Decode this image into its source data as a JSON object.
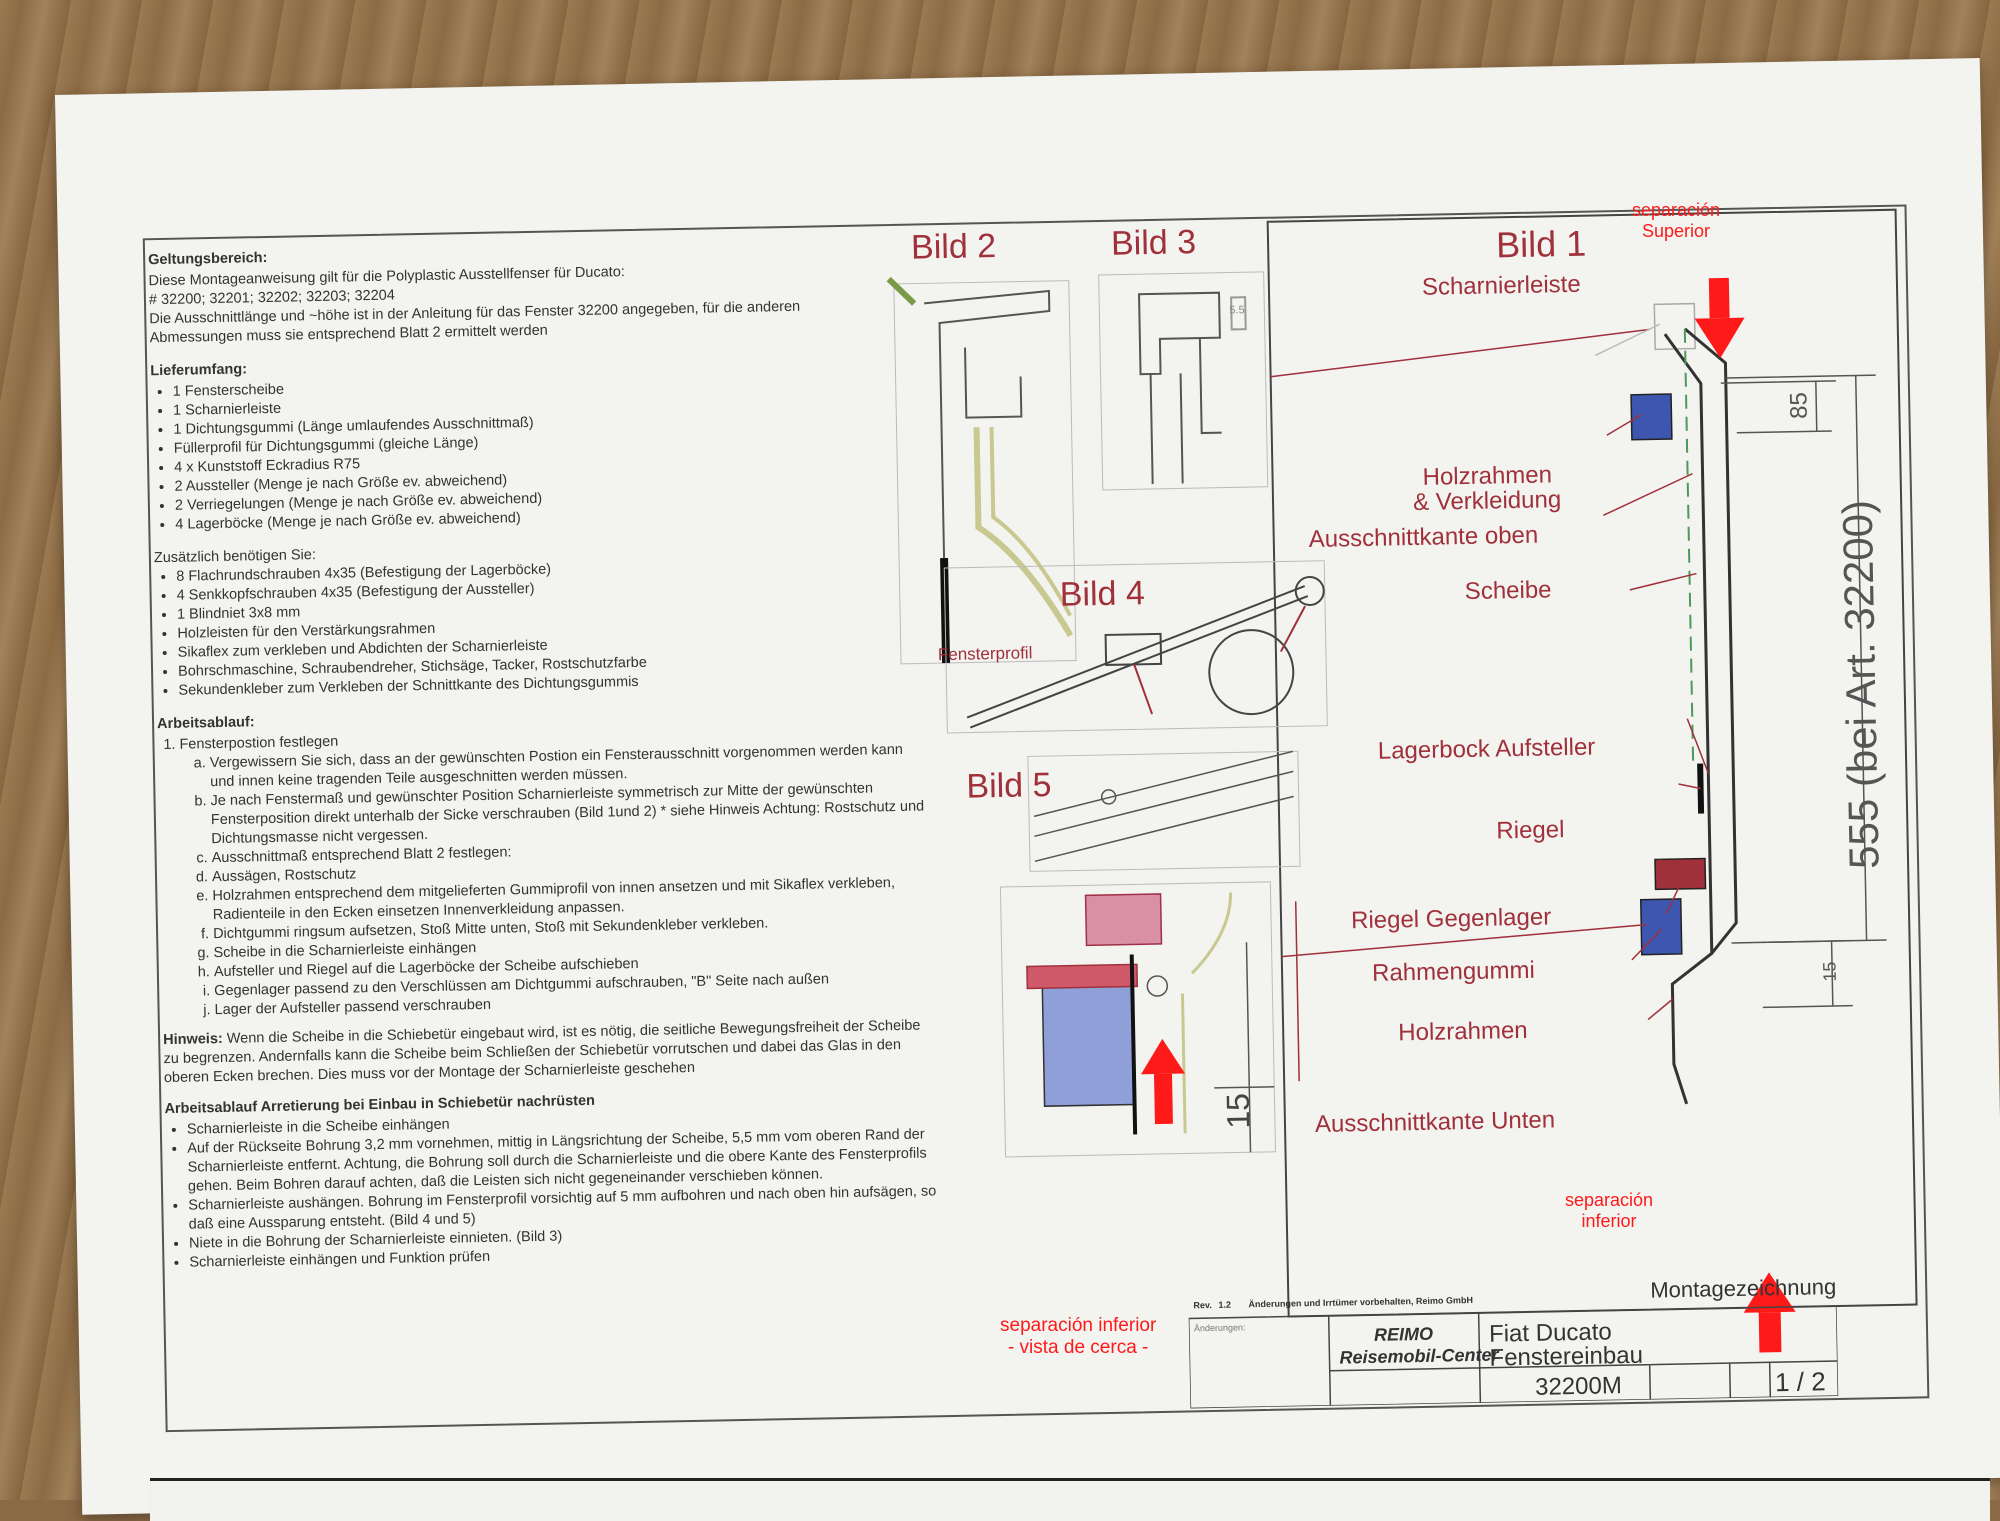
{
  "instructions": {
    "scope_heading": "Geltungsbereich:",
    "scope_lines": [
      "Diese Montageanweisung gilt für die Polyplastic Ausstellfenser für Ducato:",
      "# 32200; 32201; 32202; 32203; 32204",
      "Die Ausschnittlänge und ~höhe ist in der Anleitung für das Fenster 32200 angegeben, für die anderen",
      "Abmessungen muss sie entsprechend Blatt 2 ermittelt werden"
    ],
    "delivery_heading": "Lieferumfang:",
    "delivery_items": [
      "1 Fensterscheibe",
      "1 Scharnierleiste",
      "1 Dichtungsgummi (Länge umlaufendes Ausschnittmaß)",
      "Füllerprofil für Dichtungsgummi (gleiche Länge)",
      "4 x Kunststoff Eckradius R75",
      "2 Aussteller (Menge je nach Größe ev. abweichend)",
      "2 Verriegelungen (Menge je nach Größe ev. abweichend)",
      "4 Lagerböcke (Menge je nach Größe ev. abweichend)"
    ],
    "extra_heading": "Zusätzlich benötigen Sie:",
    "extra_items": [
      "8 Flachrundschrauben 4x35 (Befestigung der Lagerböcke)",
      "4 Senkkopfschrauben 4x35 (Befestigung der Aussteller)",
      "1 Blindniet 3x8 mm",
      "Holzleisten für den Verstärkungsrahmen",
      "Sikaflex zum verkleben und Abdichten der Scharnierleiste",
      "Bohrschmaschine, Schraubendreher, Stichsäge, Tacker, Rostschutzfarbe",
      "Sekundenkleber zum Verkleben der Schnittkante des Dichtungsgummis"
    ],
    "workflow_heading": "Arbeitsablauf:",
    "workflow_step1": "Fensterpostion festlegen",
    "workflow_substeps": [
      "Vergewissern Sie sich, dass an der gewünschten Postion ein Fensterausschnitt vorgenommen werden kann und innen keine tragenden Teile ausgeschnitten werden müssen.",
      "Je nach Fenstermaß und gewünschter Position Scharnierleiste symmetrisch zur Mitte der gewünschten Fensterposition direkt unterhalb der Sicke verschrauben (Bild 1und 2) * siehe Hinweis Achtung: Rostschutz und Dichtungsmasse nicht vergessen.",
      "Ausschnittmaß entsprechend Blatt 2  festlegen:",
      "Aussägen, Rostschutz",
      "Holzrahmen entsprechend dem mitgelieferten Gummiprofil von innen ansetzen und mit Sikaflex verkleben, Radienteile in den Ecken einsetzen Innenverkleidung anpassen.",
      "Dichtgummi ringsum aufsetzen, Stoß Mitte unten, Stoß mit Sekundenkleber verkleben.",
      "Scheibe in die Scharnierleiste einhängen",
      "Aufsteller und Riegel auf die Lagerböcke der Scheibe aufschieben",
      "Gegenlager passend zu den Verschlüssen am Dichtgummi aufschrauben, \"B\" Seite nach außen",
      "Lager der Aufsteller passend verschrauben"
    ],
    "hint_heading": "Hinweis:",
    "hint_text": "Wenn die Scheibe in die Schiebetür eingebaut wird, ist es nötig, die seitliche Bewegungsfreiheit der Scheibe zu begrenzen. Andernfalls kann die Scheibe beim  Schließen der Schiebetür vorrutschen und dabei das Glas in den oberen Ecken brechen. Dies muss vor der Montage der Scharnierleiste geschehen",
    "lock_heading": "Arbeitsablauf Arretierung bei Einbau in Schiebetür nachrüsten",
    "lock_items": [
      "Scharnierleiste in die Scheibe einhängen",
      "Auf der Rückseite Bohrung 3,2 mm vornehmen, mittig in Längsrichtung der Scheibe, 5,5 mm vom oberen Rand der Scharnierleiste entfernt. Achtung, die Bohrung soll durch die Scharnierleiste und die obere Kante des Fensterprofils gehen. Beim Bohren darauf achten, daß die Leisten sich nicht gegeneinander verschieben können.",
      "Scharnierleiste aushängen. Bohrung im Fensterprofil vorsichtig auf 5 mm aufbohren und nach oben hin aufsägen, so daß eine Aussparung entsteht. (Bild 4 und 5)",
      "Niete in die Bohrung der Scharnierleiste einnieten. (Bild 3)",
      "Scharnierleiste einhängen und Funktion prüfen"
    ]
  },
  "figures": {
    "bild2": "Bild 2",
    "bild3": "Bild 3",
    "bild3_dim": "5.5",
    "bild4": "Bild 4",
    "bild4_profile": "Fensterprofil",
    "bild5": "Bild 5",
    "detail_dim": "15",
    "bild1": "Bild 1",
    "bild1_labels": {
      "scharnierleiste": "Scharnierleiste",
      "holzrahmen_verkleidung_1": "Holzrahmen",
      "holzrahmen_verkleidung_2": "& Verkleidung",
      "ausschnittkante_oben": "Ausschnittkante oben",
      "scheibe": "Scheibe",
      "lagerbock": "Lagerbock Aufsteller",
      "riegel": "Riegel",
      "riegel_gegenlager": "Riegel Gegenlager",
      "rahmengummi": "Rahmengummi",
      "holzrahmen": "Holzrahmen",
      "ausschnittkante_unten": "Ausschnittkante Unten"
    },
    "dim_85": "85",
    "dim_555": "555 (bei Art. 32200)",
    "dim_15": "15"
  },
  "annotations": {
    "top_1": "separación",
    "top_2": "Superior",
    "bottom_1": "separación",
    "bottom_2": "inferior",
    "closeup_1": "separación inferior",
    "closeup_2": "- vista de cerca -"
  },
  "title_block": {
    "montage": "Montagezeichnung",
    "version_label": "Rev.",
    "version": "1.2",
    "disclaimer": "Änderungen und Irrtümer vorbehalten, Reimo GmbH",
    "changes_label": "Änderungen:",
    "company_1": "REIMO",
    "company_2": "Reisemobil-Center",
    "product_1": "Fiat Ducato",
    "product_2": "Fenstereinbau",
    "drawing_no": "32200M",
    "sheet": "1 / 2"
  },
  "colors": {
    "annotation_red": "#ff1a1a",
    "drawing_red": "#a0303a",
    "holzrahmen_blue": "#3d57b0"
  }
}
